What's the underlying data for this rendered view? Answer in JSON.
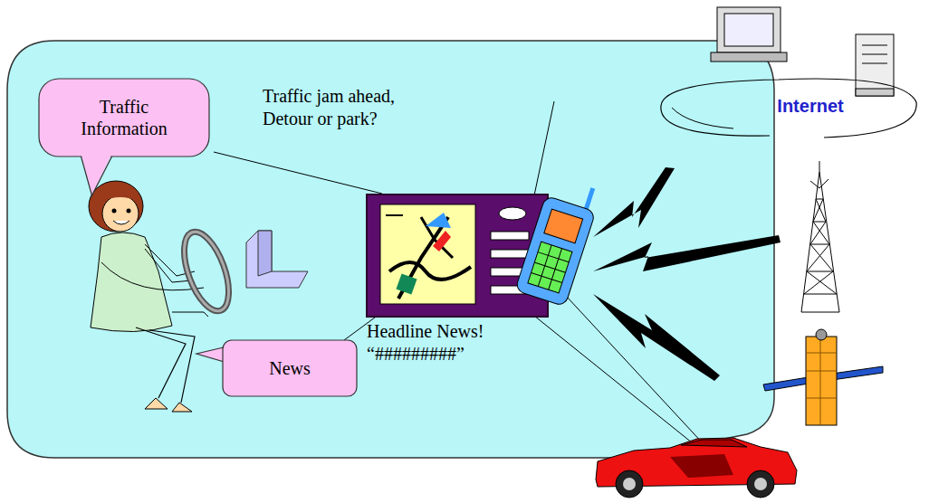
{
  "diagram": {
    "nodes": [
      {
        "text": [
          "Traffic Information"
        ]
      },
      {
        "text": [
          "News"
        ]
      },
      {
        "text": [
          "Internet"
        ]
      }
    ],
    "labels": [
      "Traffic jam ahead, Detour or park?",
      "Headline News! “#########”"
    ]
  }
}
